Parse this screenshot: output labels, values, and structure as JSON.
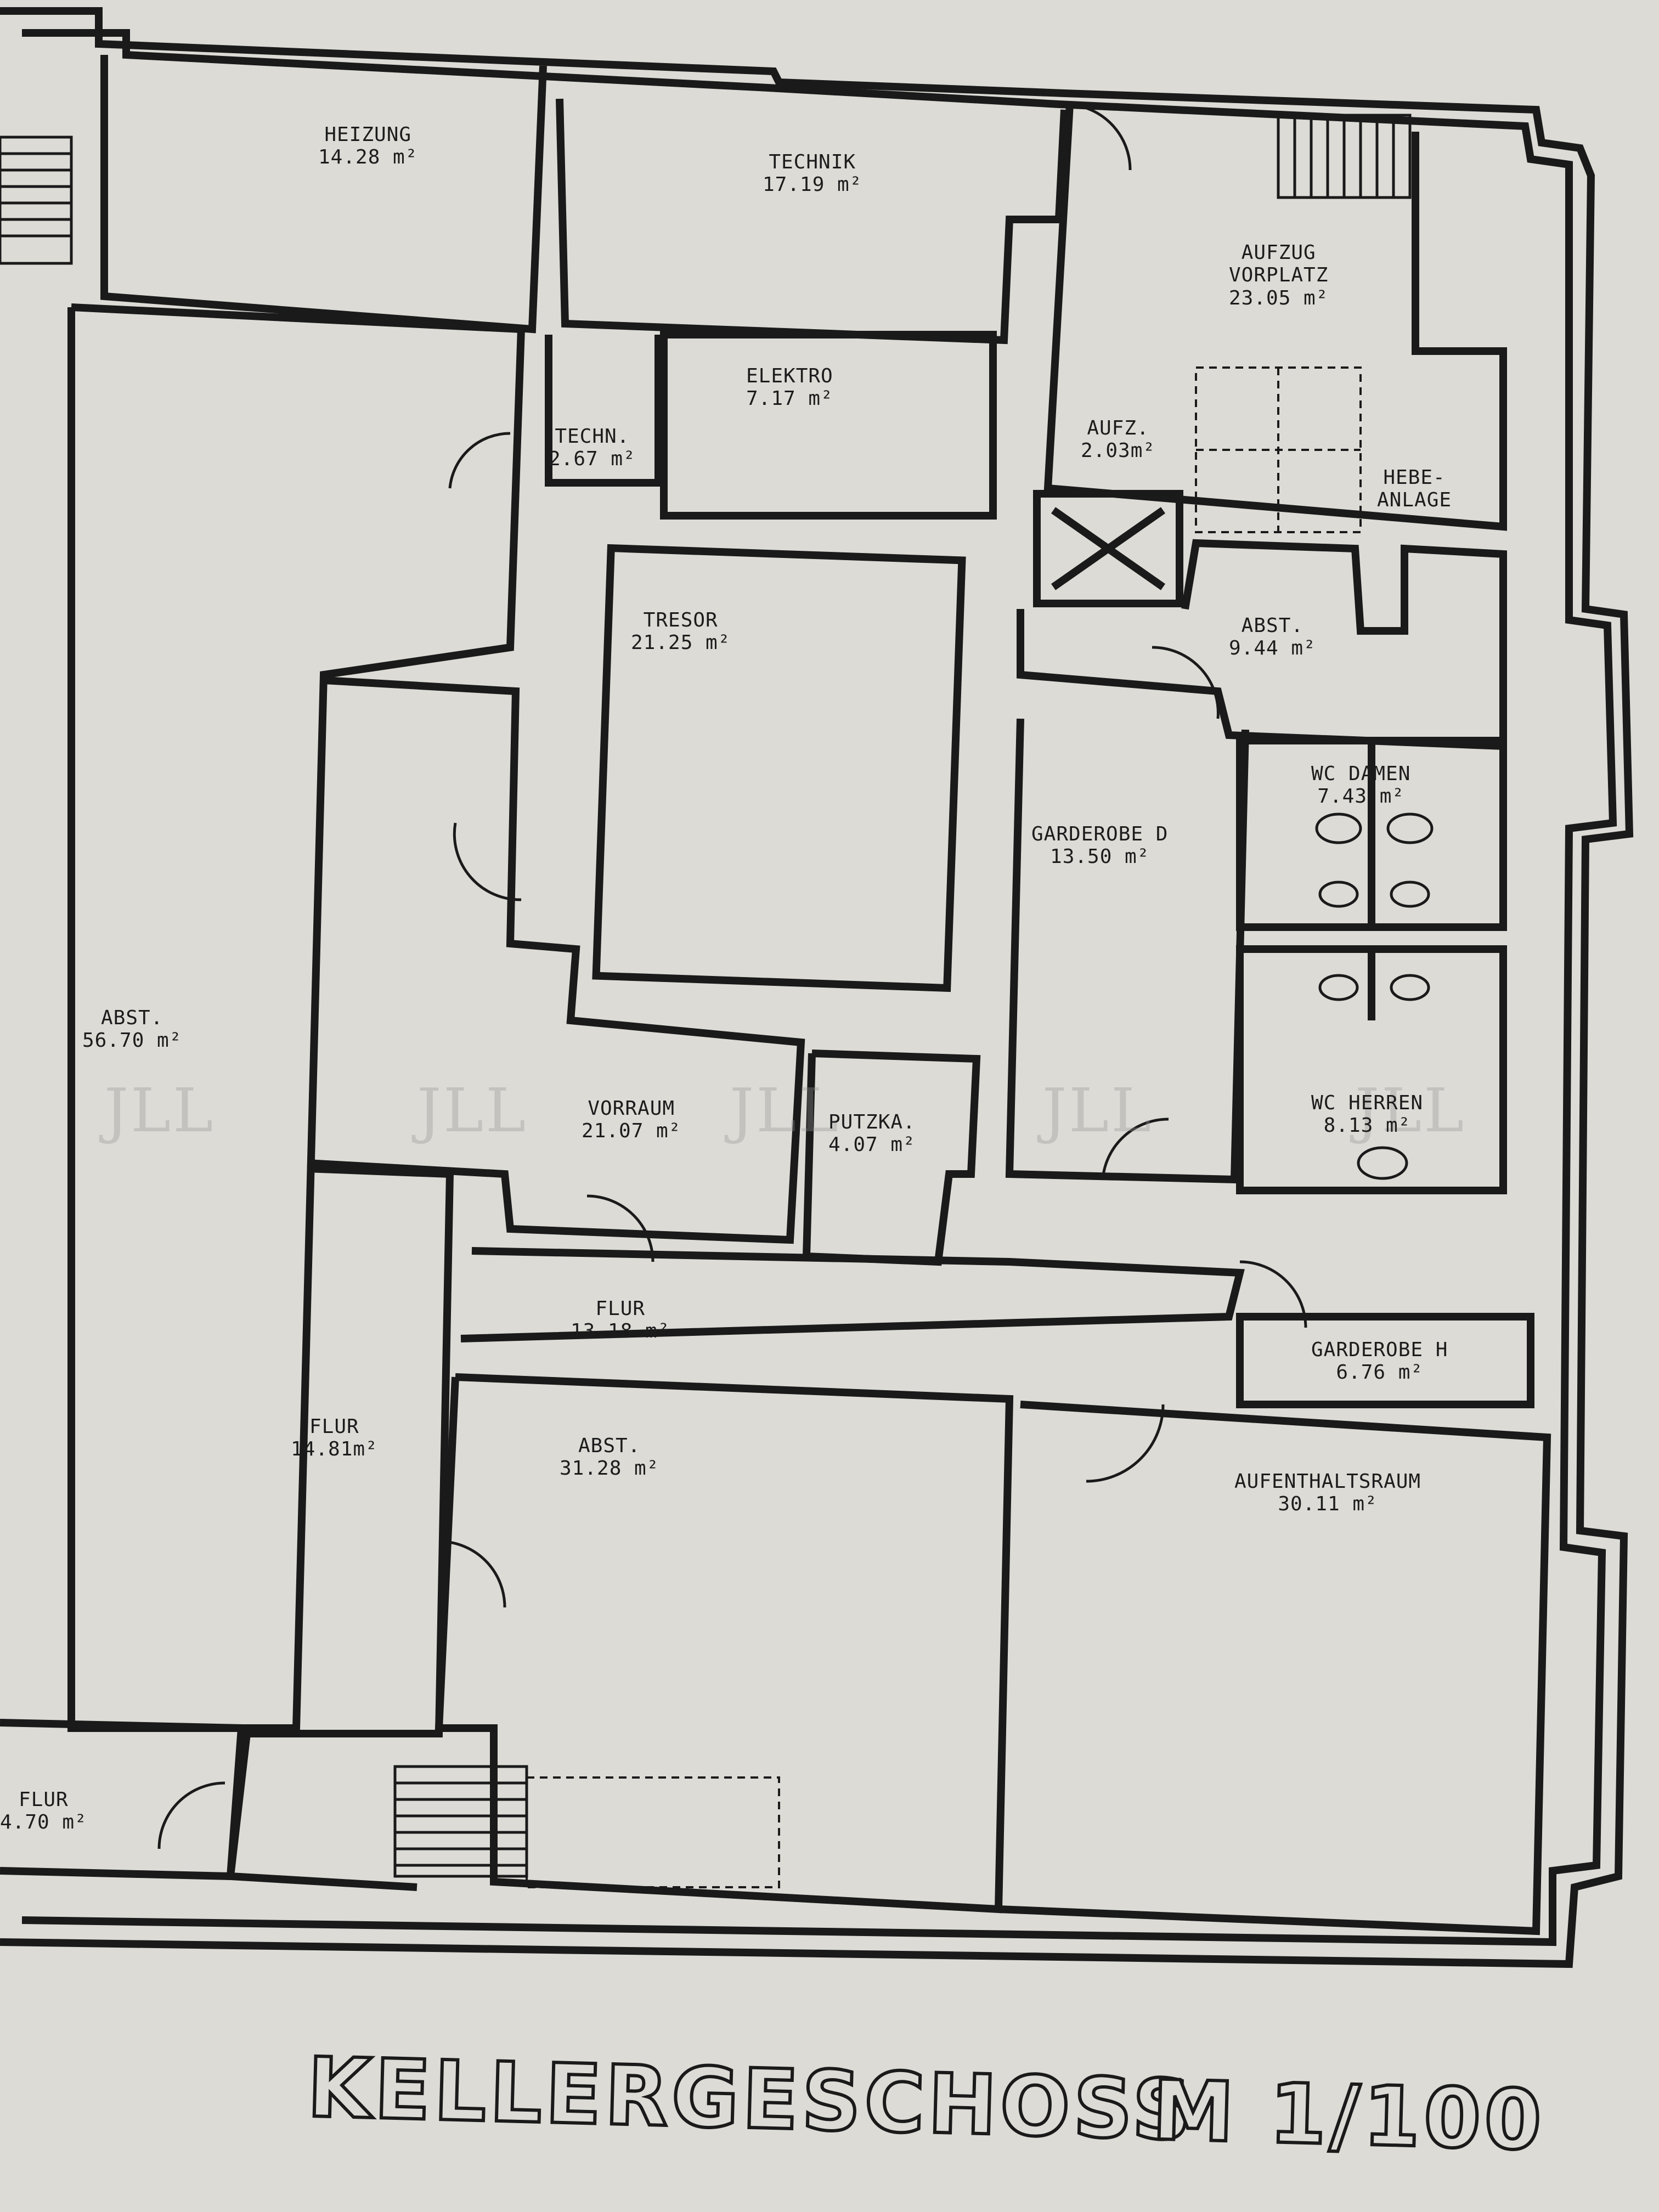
{
  "title": "KELLERGESCHOSS",
  "scale": "M 1/100",
  "watermark": "JLL",
  "rooms": [
    {
      "id": "heizung",
      "name": "HEIZUNG",
      "area": "14.28 m²"
    },
    {
      "id": "technik",
      "name": "TECHNIK",
      "area": "17.19 m²"
    },
    {
      "id": "aufzug-vorplatz",
      "name": "AUFZUG\nVORPLATZ",
      "area": "23.05 m²"
    },
    {
      "id": "elektro",
      "name": "ELEKTRO",
      "area": "7.17 m²"
    },
    {
      "id": "techn",
      "name": "TECHN.",
      "area": "2.67 m²"
    },
    {
      "id": "aufz",
      "name": "AUFZ.",
      "area": "2.03m²"
    },
    {
      "id": "hebeanlage",
      "name": "HEBE-\nANLAGE",
      "area": ""
    },
    {
      "id": "tresor",
      "name": "TRESOR",
      "area": "21.25 m²"
    },
    {
      "id": "abst-944",
      "name": "ABST.",
      "area": "9.44 m²"
    },
    {
      "id": "wc-damen",
      "name": "WC DAMEN",
      "area": "7.43 m²"
    },
    {
      "id": "garderobe-d",
      "name": "GARDEROBE D",
      "area": "13.50 m²"
    },
    {
      "id": "abst-5670",
      "name": "ABST.",
      "area": "56.70 m²"
    },
    {
      "id": "vorraum",
      "name": "VORRAUM",
      "area": "21.07 m²"
    },
    {
      "id": "putzka",
      "name": "PUTZKA.",
      "area": "4.07 m²"
    },
    {
      "id": "wc-herren",
      "name": "WC HERREN",
      "area": "8.13 m²"
    },
    {
      "id": "flur-1318",
      "name": "FLUR",
      "area": "13.18 m²"
    },
    {
      "id": "garderobe-h",
      "name": "GARDEROBE H",
      "area": "6.76 m²"
    },
    {
      "id": "flur-1481",
      "name": "FLUR",
      "area": "14.81m²"
    },
    {
      "id": "abst-3128",
      "name": "ABST.",
      "area": "31.28 m²"
    },
    {
      "id": "aufenthaltsraum",
      "name": "AUFENTHALTSRAUM",
      "area": "30.11 m²"
    },
    {
      "id": "flur-470",
      "name": "FLUR",
      "area": "4.70 m²"
    }
  ]
}
